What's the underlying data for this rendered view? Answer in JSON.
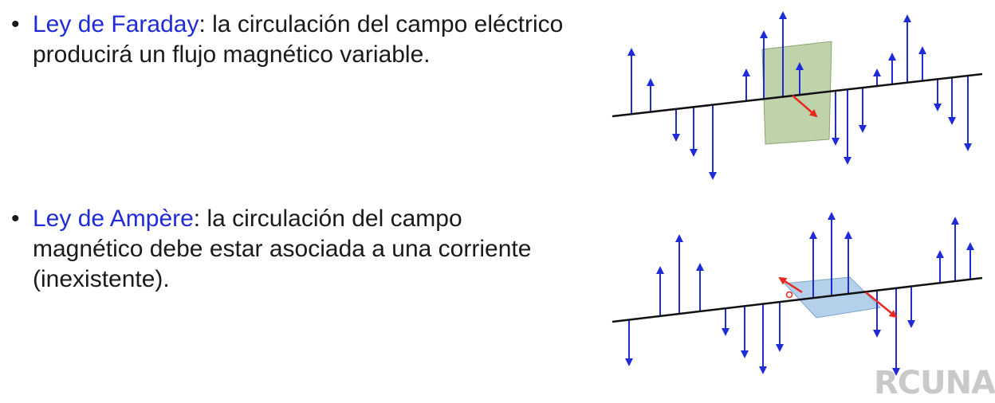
{
  "faraday": {
    "term": "Ley de Faraday",
    "line1": ": la circulación del campo eléctrico",
    "line2": "producirá un flujo magnético variable."
  },
  "ampere": {
    "term": "Ley de Ampère",
    "line1": ": la circulación del campo",
    "line2": "magnético debe estar asociada a una corriente",
    "line3": "(inexistente)."
  },
  "watermark": "RCUNA",
  "colors": {
    "keyword": "#1f2bd6",
    "field_arrow": "#1f2bd6",
    "red_arrow": "#e8281e",
    "green_loop": "#a9c48e",
    "blue_loop": "#a8c8e6"
  }
}
